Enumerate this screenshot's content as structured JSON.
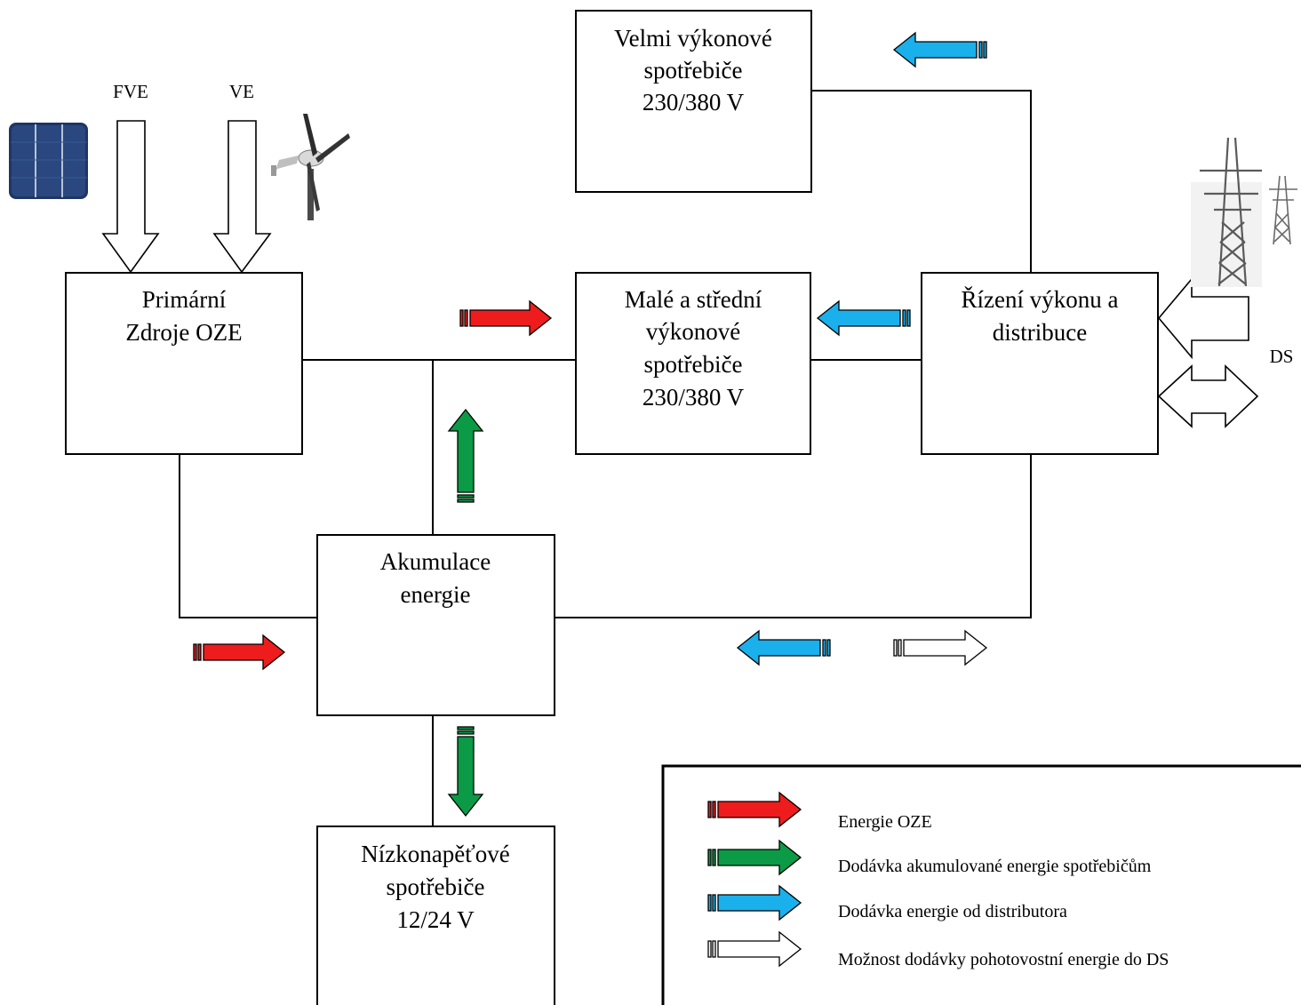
{
  "colors": {
    "ozе": "#ee1c1c",
    "oze": "#ee1c1c",
    "accumulated": "#0b9a45",
    "distributor": "#1ab0ec",
    "standby": "#ffffff",
    "line": "#000000"
  },
  "icons": {
    "solar": "solar-panel-icon",
    "wind": "wind-turbine-icon",
    "grid": "power-pylon-icon"
  },
  "inputs": {
    "fve": "FVE",
    "ve": "VE",
    "ds": "DS"
  },
  "boxes": {
    "velmi": [
      "Velmi výkonové",
      "spotřebiče",
      "230/380 V"
    ],
    "primarni": [
      "Primární",
      "Zdroje OZE"
    ],
    "male": [
      "Malé a střední",
      "výkonové",
      "spotřebiče",
      "230/380 V"
    ],
    "rizeni": [
      "Řízení výkonu a",
      "distribuce"
    ],
    "akumulace": [
      "Akumulace",
      "energie"
    ],
    "nizko": [
      "Nízkonapěťové",
      "spotřebiče",
      "12/24 V"
    ]
  },
  "legend": {
    "items": [
      {
        "kind": "oze",
        "label": "Energie OZE"
      },
      {
        "kind": "accumulated",
        "label": "Dodávka akumulované energie spotřebičům"
      },
      {
        "kind": "distributor",
        "label": "Dodávka energie od distributora"
      },
      {
        "kind": "standby",
        "label": "Možnost dodávky pohotovostní energie do DS"
      }
    ]
  }
}
